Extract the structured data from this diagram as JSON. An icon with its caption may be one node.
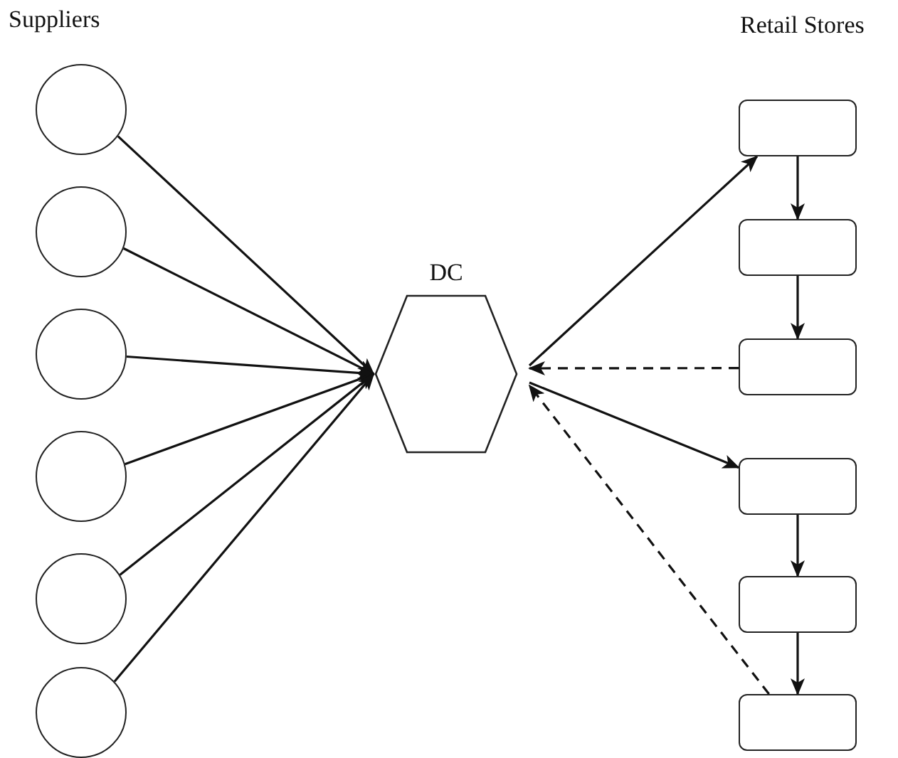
{
  "diagram": {
    "nodes": [
      {
        "text": [],
        "shape": "circle"
      },
      {
        "text": [],
        "shape": "circle"
      },
      {
        "text": [],
        "shape": "circle"
      },
      {
        "text": [],
        "shape": "circle"
      },
      {
        "text": [],
        "shape": "circle"
      },
      {
        "text": [],
        "shape": "circle"
      },
      {
        "text": [
          "DC"
        ]
      },
      {
        "text": [],
        "shape": "box"
      },
      {
        "text": [],
        "shape": "box"
      },
      {
        "text": [],
        "shape": "box"
      },
      {
        "text": [],
        "shape": "box"
      },
      {
        "text": [],
        "shape": "box"
      },
      {
        "text": [],
        "shape": "box"
      }
    ],
    "edges": [
      {
        "from": 0,
        "to": 6,
        "arrow": "to"
      },
      {
        "from": 1,
        "to": 6,
        "arrow": "to"
      },
      {
        "from": 2,
        "to": 6,
        "arrow": "to"
      },
      {
        "from": 3,
        "to": 6,
        "arrow": "to"
      },
      {
        "from": 4,
        "to": 6,
        "arrow": "to"
      },
      {
        "from": 5,
        "to": 6,
        "arrow": "to"
      },
      {
        "from": 6,
        "to": 7,
        "arrow": "to"
      },
      {
        "from": 7,
        "to": 8,
        "arrow": "to"
      },
      {
        "from": 8,
        "to": 9,
        "arrow": "to"
      },
      {
        "from": 9,
        "to": 6,
        "arrow": "to",
        "style": "dashed"
      },
      {
        "from": 6,
        "to": 10,
        "arrow": "to"
      },
      {
        "from": 10,
        "to": 11,
        "arrow": "to"
      },
      {
        "from": 11,
        "to": 12,
        "arrow": "to"
      },
      {
        "from": 12,
        "to": 6,
        "arrow": "to",
        "style": "dashed"
      }
    ],
    "labels": [
      "Suppliers",
      "Retail Stores"
    ]
  }
}
